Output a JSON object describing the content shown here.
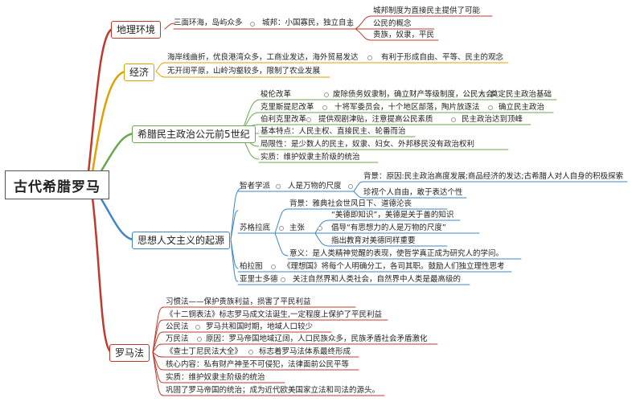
{
  "root": "古代希腊罗马",
  "colors": {
    "geo": "#c0392b",
    "econ": "#e0a100",
    "pol": "#6aa84f",
    "thought": "#3d85c6",
    "law": "#c0392b",
    "bullet": "#999999"
  },
  "branches": {
    "geo": "地理环境",
    "econ": "经济",
    "pol": "希腊民主政治公元前5世纪",
    "thought": "思想人文主义的起源",
    "law": "罗马法"
  },
  "geo": {
    "a": "三面环海，岛屿众多",
    "b": "城邦：小国寡民，独立自主",
    "c1": "城邦制度为直接民主提供了可能",
    "c2": "公民的概念",
    "c3": "贵族，奴隶，平民"
  },
  "econ": {
    "a": "海岸线曲折，优良港湾众多，工商业发达，海外贸易发达",
    "a2": "有利于形成自由、平等、民主的观念",
    "b": "无开阔平原，山岭沟壑较多，限制了农业发展"
  },
  "pol": {
    "r1a": "梭伦改革",
    "r1b": "废除债务奴隶制，确立财产等级制度，公民大会",
    "r1c": "奠定民主政治基础",
    "r2a": "克里斯提尼改革",
    "r2b": "十将军委员会，十个地区部落，陶片放逐法",
    "r2c": "确立民主政治",
    "r3a": "伯利克里改革",
    "r3b": "提供观剧津贴，注意提高公民素质",
    "r3c": "民主政治达到顶峰",
    "r4": "基本特点：人民主权、直接民主、轮番而治",
    "r5": "局限性：是少数人的民主，奴隶、妇女、外邦移民没有政治权利",
    "r6": "实质：维护奴隶主阶级的统治"
  },
  "thought": {
    "z": "智者学派",
    "z2": "人是万物的尺度",
    "z3": "背景：原因:民主政治高度发展;商品经济的发达;古希腊人对人自身的积极探索",
    "z4": "珍视个人自由，敢于表达个性",
    "s": "苏格拉底",
    "s1": "背景：雅典社会世风日下、道德沦丧",
    "s2": "主张",
    "s3": "“美德即知识”，美德是关于善的知识",
    "s4": "倡导“有思想力的人是万物的尺度”",
    "s5": "指出教育对美德同样重要",
    "s6": "意义：是人类精神觉醒的表现，使哲学真正成为研究人的学问。",
    "p": "柏拉图",
    "p2": "《理想国》将每个人明确分工，各司其职。鼓励人们独立理性思考",
    "y": "亚里士多德",
    "y2": "关注自然界和人类社会，自然界中人类是最高级的"
  },
  "law": {
    "a": "习惯法——保护贵族利益，损害了平民利益",
    "b": "《十二铜表法》标志罗马成文法诞生,一定程度上保护了平民利益",
    "c1": "公民法",
    "c2": "罗马共和国时期，地域人口较少",
    "d1": "万民法",
    "d2": "原因：罗马帝国地域辽阔，人口民族众多，民族矛盾社会矛盾激化",
    "e1": "《查士丁尼民法大全》",
    "e2": "标志着罗马法体系最终形成",
    "f": "核心内容：私有财产神圣不可侵犯，法律面前公民平等",
    "g": "实质：维护奴隶主阶级的统治",
    "h": "巩固了罗马帝国的统治；成为近代欧美国家立法和司法的源头。"
  }
}
